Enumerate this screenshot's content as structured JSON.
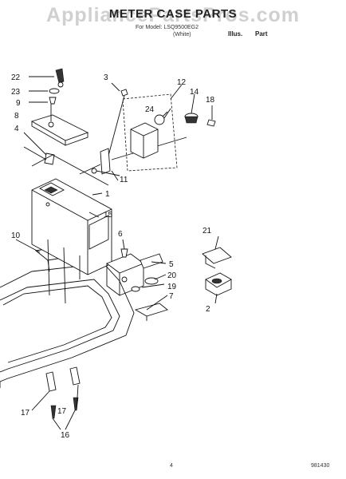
{
  "header": {
    "watermark": "AppliancePartsPros.com",
    "title": "METER CASE PARTS",
    "model_line": "For Model: LSQ9500EG2",
    "color_line": "(White)",
    "illus_label": "Illus.",
    "part_label": "Part"
  },
  "footer": {
    "page_number": "4",
    "drawing_code": "981430"
  },
  "callouts": {
    "c1": "1",
    "c2": "2",
    "c3": "3",
    "c4": "4",
    "c5": "5",
    "c6": "6",
    "c7": "7",
    "c8": "8",
    "c9": "9",
    "c10": "10",
    "c11": "11",
    "c12": "12",
    "c14": "14",
    "c15": "15",
    "c16": "16",
    "c17a": "17",
    "c17b": "17",
    "c18": "18",
    "c19": "19",
    "c20": "20",
    "c21": "21",
    "c22": "22",
    "c23": "23",
    "c24": "24"
  }
}
